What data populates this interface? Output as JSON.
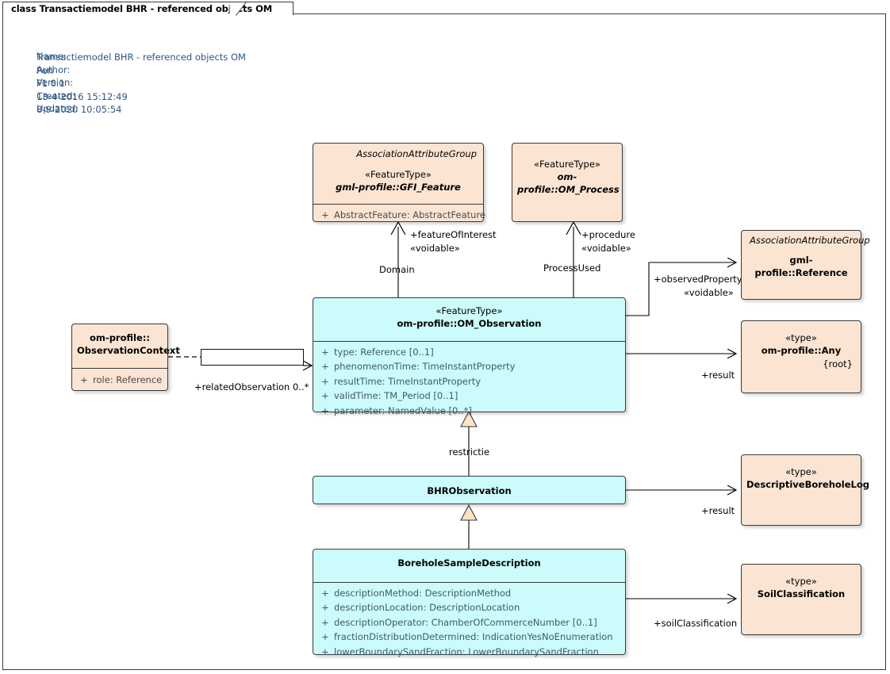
{
  "diagram": {
    "tab_title": "class Transactiemodel BHR - referenced objects OM",
    "meta": {
      "name_label": "Name:",
      "name_value": "Transactiemodel BHR - referenced objects OM",
      "author_label": "Author:",
      "author_value": "Pen",
      "version_label": "Version:",
      "version_value": "F1 0.1",
      "created_label": "Created:",
      "created_value": "13-4-2016 15:12:49",
      "updated_label": "Updated:",
      "updated_value": "8-9-2020 10:05:54"
    },
    "colors": {
      "beige_fill": "#fbe4d2",
      "cyan_fill": "#ccfbfb",
      "border": "#3a3a3a",
      "meta_text": "#2d5683",
      "attribute_text": "#3d5a6c"
    }
  },
  "classes": {
    "gfi_feature": {
      "group": "AssociationAttributeGroup",
      "stereotype": "«FeatureType»",
      "name": "gml-profile::GFI_Feature",
      "attributes": [
        {
          "vis": "+",
          "text": "AbstractFeature: AbstractFeature"
        }
      ]
    },
    "om_process": {
      "stereotype": "«FeatureType»",
      "name": "om-profile::OM_Process"
    },
    "reference": {
      "group": "AssociationAttributeGroup",
      "name": "gml-profile::Reference"
    },
    "any": {
      "stereotype": "«type»",
      "name": "om-profile::Any",
      "root": "{root}"
    },
    "observation_context": {
      "name_line1": "om-profile::",
      "name_line2": "ObservationContext",
      "attributes": [
        {
          "vis": "+",
          "text": "role: Reference"
        }
      ]
    },
    "om_observation": {
      "stereotype": "«FeatureType»",
      "name": "om-profile::OM_Observation",
      "attributes": [
        {
          "vis": "+",
          "text": "type: Reference [0..1]"
        },
        {
          "vis": "+",
          "text": "phenomenonTime: TimeInstantProperty"
        },
        {
          "vis": "+",
          "text": "resultTime: TimeInstantProperty"
        },
        {
          "vis": "+",
          "text": "validTime: TM_Period [0..1]"
        },
        {
          "vis": "+",
          "text": "parameter: NamedValue [0..*]"
        }
      ]
    },
    "bhr_observation": {
      "name": "BHRObservation"
    },
    "descriptive_borehole_log": {
      "stereotype": "«type»",
      "name": "DescriptiveBoreholeLog"
    },
    "borehole_sample_description": {
      "name": "BoreholeSampleDescription",
      "attributes": [
        {
          "vis": "+",
          "text": "descriptionMethod: DescriptionMethod"
        },
        {
          "vis": "+",
          "text": "descriptionLocation: DescriptionLocation"
        },
        {
          "vis": "+",
          "text": "descriptionOperator: ChamberOfCommerceNumber [0..1]"
        },
        {
          "vis": "+",
          "text": "fractionDistributionDetermined: IndicationYesNoEnumeration"
        },
        {
          "vis": "+",
          "text": "lowerBoundarySandFraction: LowerBoundarySandFraction"
        }
      ]
    },
    "soil_classification": {
      "stereotype": "«type»",
      "name": "SoilClassification"
    }
  },
  "connectors": {
    "feature_of_interest": {
      "role": "+featureOfInterest",
      "stereotype": "«voidable»",
      "end": "Domain"
    },
    "procedure": {
      "role": "+procedure",
      "stereotype": "«voidable»",
      "end": "ProcessUsed"
    },
    "observed_property": {
      "role": "+observedProperty",
      "stereotype": "«voidable»"
    },
    "result_any": {
      "role": "+result"
    },
    "related_observation": {
      "role": "+relatedObservation 0..*"
    },
    "restrictie": {
      "label": "restrictie"
    },
    "result_log": {
      "role": "+result"
    },
    "soil_classification": {
      "role": "+soilClassification"
    }
  }
}
